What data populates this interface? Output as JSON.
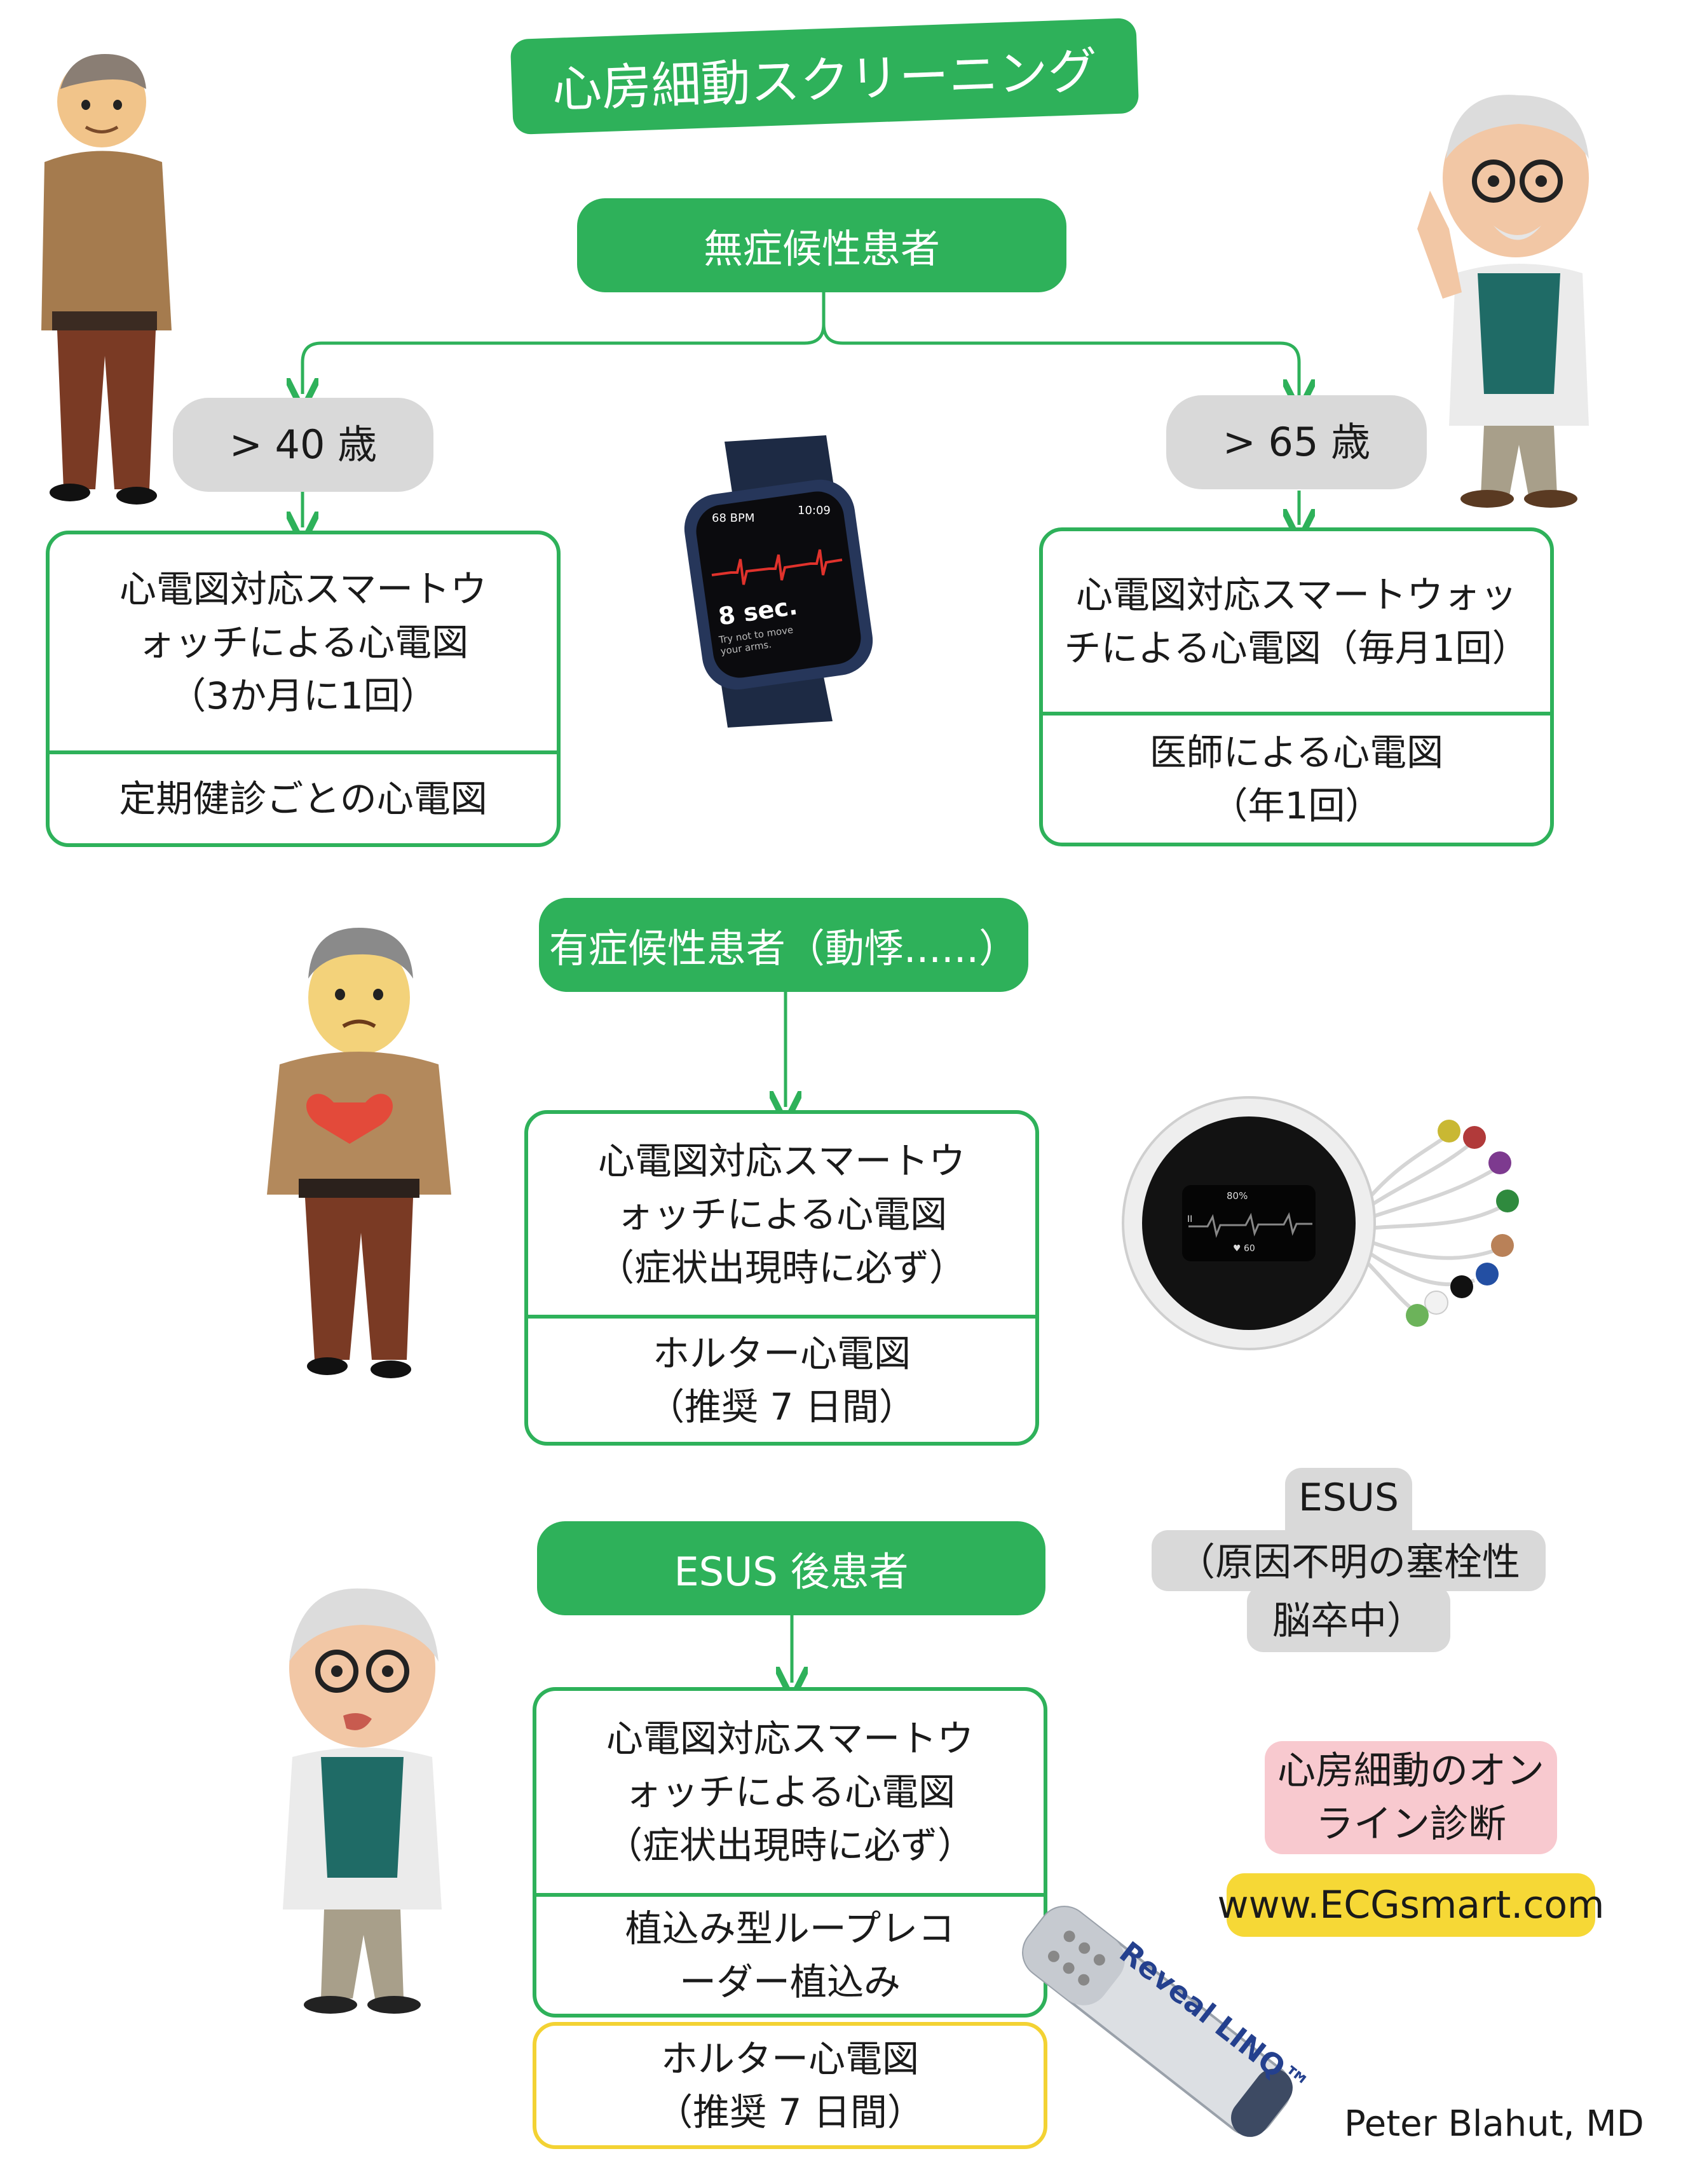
{
  "title": "心房細動スクリーニング",
  "asymptomatic": {
    "label": "無症候性患者",
    "left": {
      "age": "> 40 歳",
      "top": "心電図対応スマートウ\nォッチによる心電図\n（3か月に1回）",
      "bottom": "定期健診ごとの心電図"
    },
    "right": {
      "age": "> 65 歳",
      "top": "心電図対応スマートウォッ\nチによる心電図（毎月1回）",
      "bottom": "医師による心電図\n（年1回）"
    }
  },
  "watch": {
    "bpm": "68 BPM",
    "time": "10:09",
    "sec": "8 sec.",
    "hint": "Try not to move\nyour arms."
  },
  "symptomatic": {
    "label": "有症候性患者（動悸......）",
    "top": "心電図対応スマートウ\nォッチによる心電図\n（症状出現時に必ず）",
    "bottom": "ホルター心電図\n（推奨 7 日間）"
  },
  "holter_device": {
    "battery": "80%",
    "lead": "II",
    "hr": "♥ 60"
  },
  "esus_note": {
    "line1": "ESUS",
    "line2": "（原因不明の塞栓性",
    "line3": "脳卒中）"
  },
  "esus": {
    "label": "ESUS 後患者",
    "top": "心電図対応スマートウ\nォッチによる心電図\n（症状出現時に必ず）",
    "middle": "植込み型ループレコ\nーダー植込み",
    "bottom": "ホルター心電図\n（推奨 7 日間）"
  },
  "loop_recorder": {
    "brand": "Reveal LINQ™"
  },
  "online": {
    "label": "心房細動のオン\nライン診断",
    "url": "www.ECGsmart.com"
  },
  "credit": "Peter Blahut, MD",
  "colors": {
    "green": "#2eb15a",
    "gray": "#d9d9d9",
    "pink": "#f8c9cf",
    "yellow": "#f6d836",
    "yellow_border": "#f3d233"
  }
}
